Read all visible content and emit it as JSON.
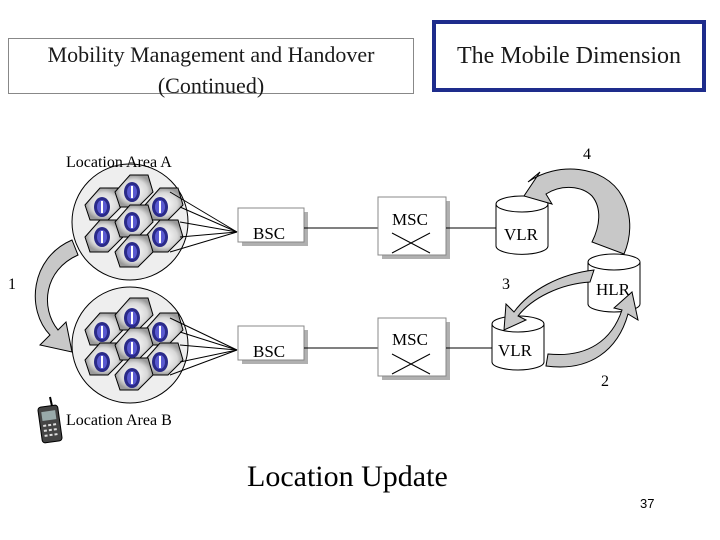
{
  "header": {
    "title_line1": "Mobility Management and Handover",
    "title_line2": "(Continued)",
    "brand": "The Mobile Dimension"
  },
  "diagram": {
    "location_area_a": "Location Area A",
    "location_area_b": "Location Area B",
    "bsc_top": "BSC",
    "bsc_bottom": "BSC",
    "msc_top": "MSC",
    "msc_bottom": "MSC",
    "vlr_top": "VLR",
    "vlr_bottom": "VLR",
    "hlr": "HLR",
    "step_1": "1",
    "step_2": "2",
    "step_3": "3",
    "step_4": "4",
    "caption": "Location Update"
  },
  "footer": {
    "page_number": "37"
  },
  "colors": {
    "brand_border": "#1e2c8c",
    "arrow_fill": "#c8c8c8",
    "box_shadow": "#b0b0b0"
  }
}
